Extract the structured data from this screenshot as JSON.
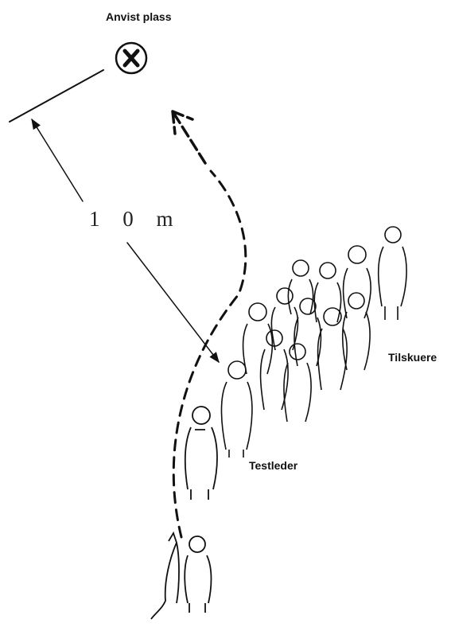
{
  "labels": {
    "target": "Anvist plass",
    "distance": "1 0 m",
    "spectators": "Tilskuere",
    "test_leader": "Testleder"
  },
  "icons": {
    "target_marker": "circled-x-icon",
    "ink_color": "#111111"
  }
}
